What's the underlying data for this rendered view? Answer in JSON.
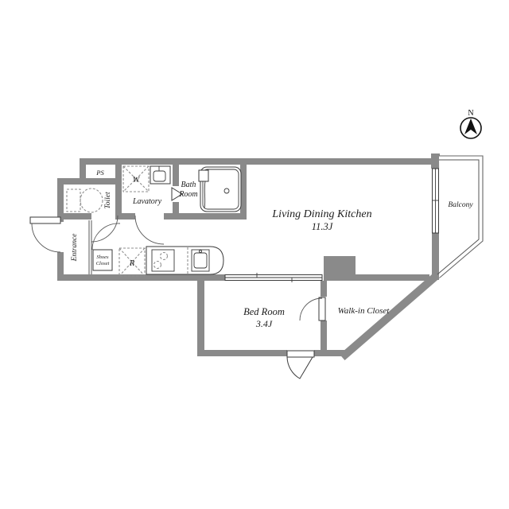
{
  "compass": {
    "north_label": "N"
  },
  "rooms": {
    "ldk": {
      "name": "Living Dining Kitchen",
      "size": "11.3J"
    },
    "bedroom": {
      "name": "Bed Room",
      "size": "3.4J"
    },
    "wic": {
      "name": "Walk-in Closet"
    },
    "balcony": {
      "name": "Balcony"
    },
    "bath": {
      "line1": "Bath",
      "line2": "Room"
    },
    "lavatory": {
      "name": "Lavatory"
    },
    "toilet": {
      "name": "Toilet"
    },
    "entrance": {
      "name": "Entrance"
    },
    "shoes_closet": {
      "line1": "Shoes",
      "line2": "Closet"
    },
    "pipe_space": {
      "name": "PS"
    }
  },
  "fixtures": {
    "washing_machine": "W",
    "refrigerator": "R"
  },
  "colors": {
    "wall": "#8a8a8a",
    "line": "#3a3a3a",
    "text": "#1c1c1c",
    "background": "#ffffff"
  }
}
